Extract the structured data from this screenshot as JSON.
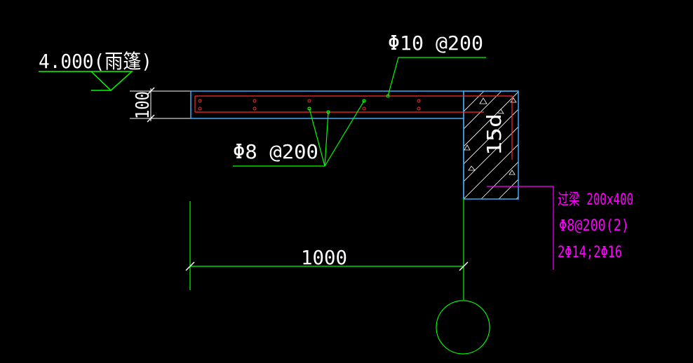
{
  "drawing": {
    "elevation_label": "4.000(雨篷)",
    "slab_thickness_label": "100",
    "top_rebar_label": "Φ10 @200",
    "dist_rebar_label": "Φ8 @200",
    "anchor_label": "15d",
    "span_dimension_label": "1000",
    "beam_callout": {
      "line1": "过梁 200x400",
      "line2": "Φ8@200(2)",
      "line3": "2Φ14;2Φ16"
    }
  },
  "colors": {
    "background": "#000000",
    "text": "#ffffff",
    "leader_green": "#00ff00",
    "outline_blue": "#3fa9f5",
    "rebar_red": "#ff2a2a",
    "callout_magenta": "#ff00ff",
    "hatch_white": "#ffffff"
  }
}
